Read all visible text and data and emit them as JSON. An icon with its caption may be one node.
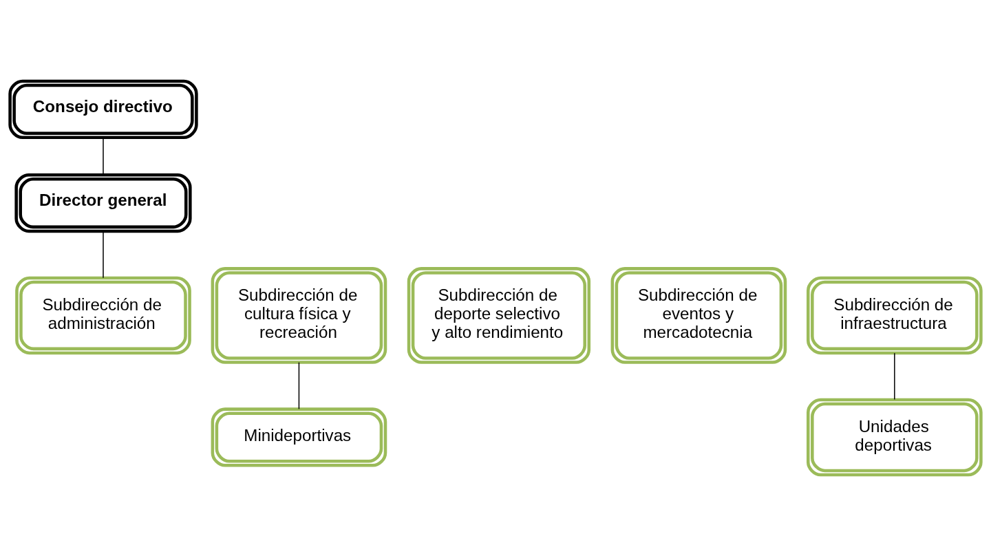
{
  "diagram": {
    "nodes": [
      {
        "text": [
          "Consejo directivo"
        ]
      },
      {
        "text": [
          "Director general"
        ]
      },
      {
        "text": [
          "Subdirección de cultura física y recreación"
        ]
      },
      {
        "text": [
          "Subdirección de deporte selectivo y alto rendimiento"
        ]
      },
      {
        "text": [
          "Subdirección de administración"
        ]
      },
      {
        "text": [
          "Subdirección de eventos y mercadotecnia"
        ]
      },
      {
        "text": [
          "Subdirección de infraestructura"
        ]
      },
      {
        "text": [
          "Minideportivas"
        ]
      },
      {
        "text": [
          "Unidades deportivas"
        ]
      }
    ],
    "edges": [
      {
        "from": 0,
        "to": 1,
        "arrow": "none"
      },
      {
        "from": 1,
        "to": 4,
        "arrow": "none"
      },
      {
        "from": 2,
        "to": 7,
        "arrow": "none"
      },
      {
        "from": 6,
        "to": 8,
        "arrow": "none"
      }
    ]
  }
}
